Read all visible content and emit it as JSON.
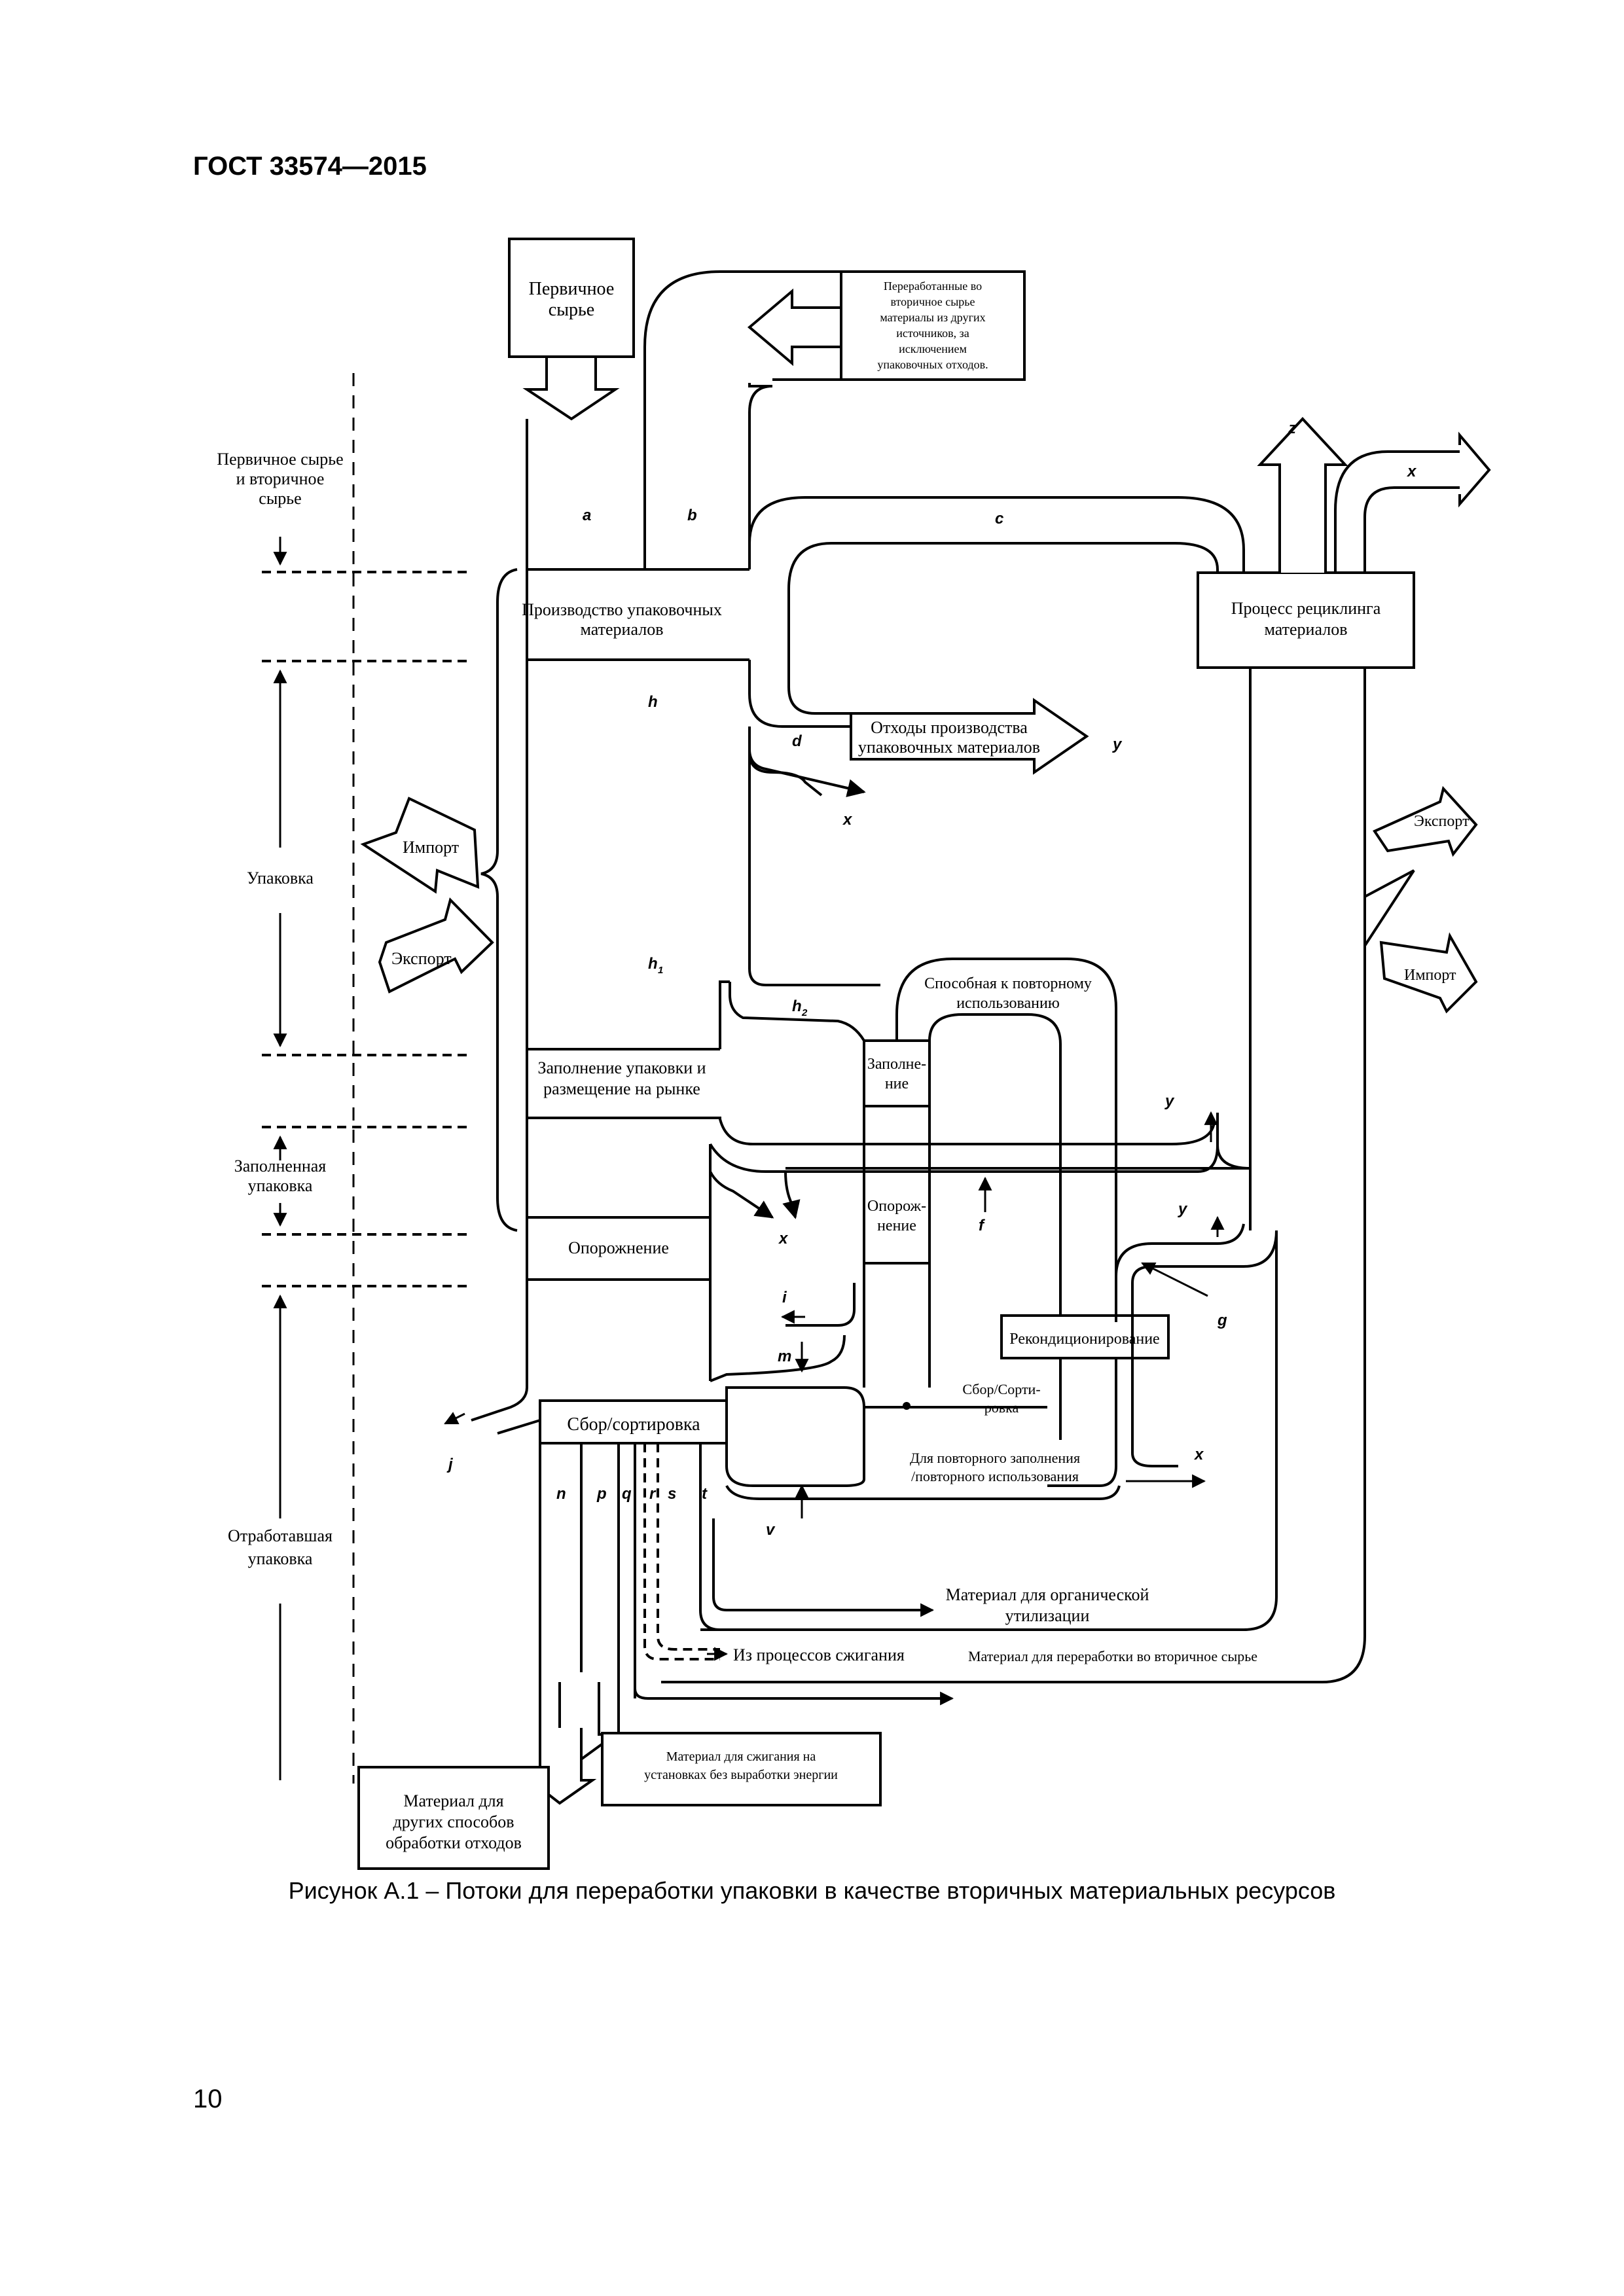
{
  "header": {
    "doc_id": "ГОСТ 33574—2015"
  },
  "caption": "Рисунок А.1 – Потоки для переработки упаковки в качестве вторичных материальных ресурсов",
  "page_number": "10",
  "stages": {
    "raw": [
      "Первичное сырье",
      "и вторичное",
      "сырье"
    ],
    "packaging": "Упаковка",
    "filled": [
      "Заполненная",
      "упаковка"
    ],
    "spent": [
      "Отработавшая",
      "упаковка"
    ]
  },
  "boxes": {
    "primary_raw": [
      "Первичное",
      "сырье"
    ],
    "recycled_other": [
      "Переработанные во",
      "вторичное сырье",
      "материалы из других",
      "источников, за",
      "исключением",
      "упаковочных отходов."
    ],
    "production": [
      "Производство упаковочных",
      "материалов"
    ],
    "recycling_process": [
      "Процесс рециклинга",
      "материалов"
    ],
    "production_waste": [
      "Отходы производства",
      "упаковочных материалов"
    ],
    "filling_market": [
      "Заполнение упаковки и",
      "размещение на рынке"
    ],
    "emptying": "Опорожнение",
    "collection_sorting": "Сбор/сортировка",
    "reusable": [
      "Способная к повторному",
      "использованию"
    ],
    "refill": [
      "Заполне-",
      "ние"
    ],
    "reempty": [
      "Опорож-",
      "нение"
    ],
    "reconditioning": "Реконди­ционирование",
    "collect_sort2": [
      "Сбор/Сорти-",
      "ровка"
    ],
    "refill_reuse": [
      "Для повторного заполнения",
      "/повторного использования"
    ],
    "organic": [
      "Материал для органической",
      "утилизации"
    ],
    "secondary_raw": "Материал для переработки во вторичное сырье",
    "incineration": "Из процессов сжигания",
    "burn_no_energy": [
      "Материал для сжигания на",
      "установках без выработки   энергии"
    ],
    "other_treatment": [
      "Материал для",
      "других способов",
      "обработки отходов"
    ]
  },
  "trade": {
    "import": "Импорт",
    "export": "Экспорт"
  },
  "flow_letters": {
    "a": "a",
    "b": "b",
    "c": "c",
    "d": "d",
    "x": "x",
    "y": "y",
    "z": "z",
    "h": "h",
    "h1": "h",
    "h1_sub": "1",
    "h2": "h",
    "h2_sub": "2",
    "f": "f",
    "g": "g",
    "i": "i",
    "m": "m",
    "j": "j",
    "n": "n",
    "p": "p",
    "q": "q",
    "r": "r",
    "s": "s",
    "t": "t",
    "v": "v"
  }
}
